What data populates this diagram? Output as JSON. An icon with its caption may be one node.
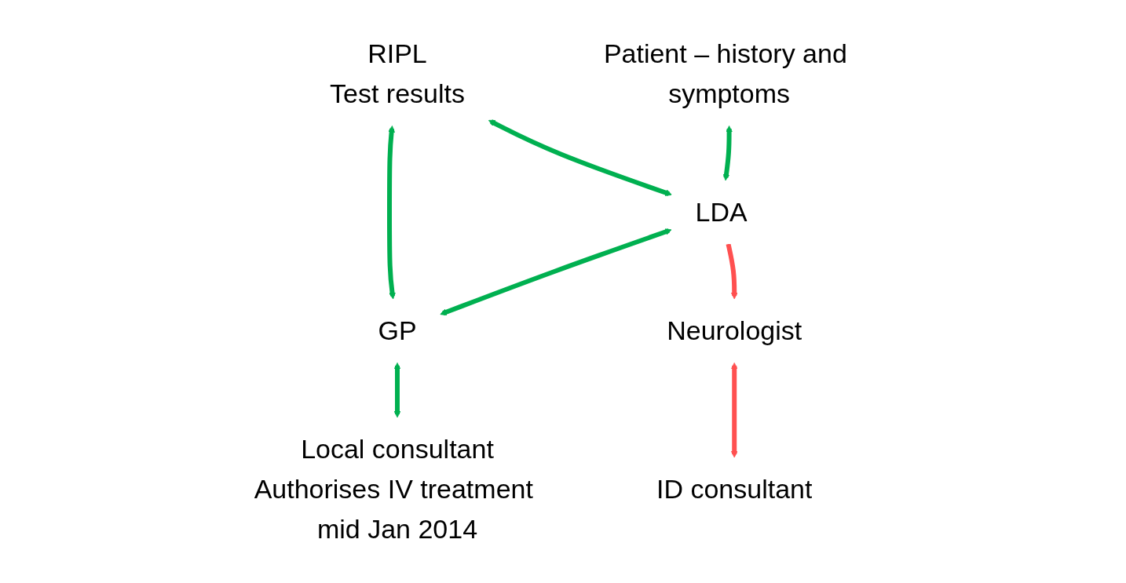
{
  "diagram": {
    "nodes": [
      {
        "text": [
          "RIPL",
          "Test results"
        ]
      },
      {
        "text": [
          "Patient – history and symptoms"
        ]
      },
      {
        "text": [
          "GP"
        ]
      },
      {
        "text": [
          "LDA"
        ]
      },
      {
        "text": [
          "Neurologist"
        ]
      },
      {
        "text": [
          "Local consultant",
          "Authorises IV treatment mid Jan 2014"
        ]
      },
      {
        "text": [
          "ID consultant"
        ]
      }
    ],
    "edges": [
      {
        "from": 0,
        "to": 3,
        "arrow": "both"
      },
      {
        "from": 0,
        "to": 2,
        "arrow": "both"
      },
      {
        "from": 1,
        "to": 3,
        "arrow": "both"
      },
      {
        "from": 3,
        "to": 2,
        "arrow": "both"
      },
      {
        "from": 2,
        "to": 5,
        "arrow": "both"
      },
      {
        "from": 3,
        "to": 4,
        "arrow": "to",
        "color": "#ff5050"
      },
      {
        "from": 4,
        "to": 6,
        "arrow": "both",
        "color": "#ff5050"
      }
    ]
  }
}
